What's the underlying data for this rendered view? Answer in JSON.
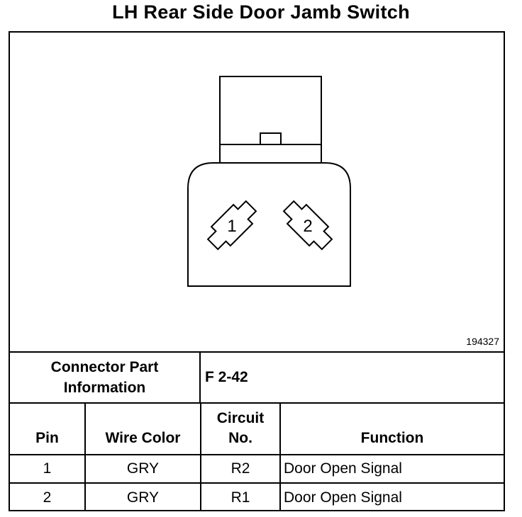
{
  "title": "LH Rear Side Door Jamb Switch",
  "figure_number": "194327",
  "connector": {
    "info_label_line1": "Connector Part",
    "info_label_line2": "Information",
    "part_number": "F 2-42",
    "terminals": [
      "1",
      "2"
    ]
  },
  "table": {
    "headers": {
      "pin": "Pin",
      "wire_color": "Wire Color",
      "circuit_line1": "Circuit",
      "circuit_line2": "No.",
      "function": "Function"
    },
    "rows": [
      {
        "pin": "1",
        "wire_color": "GRY",
        "circuit": "R2",
        "function": "Door Open Signal"
      },
      {
        "pin": "2",
        "wire_color": "GRY",
        "circuit": "R1",
        "function": "Door Open Signal"
      }
    ]
  }
}
